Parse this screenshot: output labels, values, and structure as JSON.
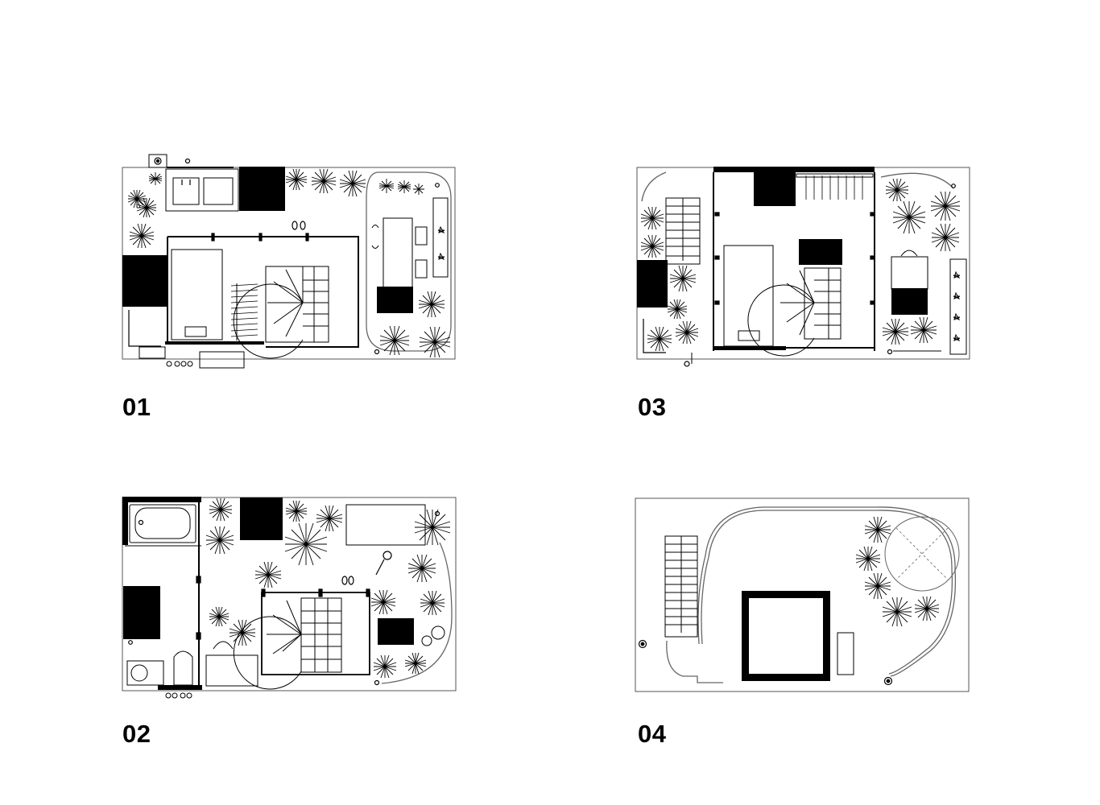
{
  "plans": [
    {
      "id": "p1",
      "label": "01",
      "icon": "floor-plan-ground"
    },
    {
      "id": "p2",
      "label": "02",
      "icon": "floor-plan-second"
    },
    {
      "id": "p3",
      "label": "03",
      "icon": "floor-plan-third"
    },
    {
      "id": "p4",
      "label": "04",
      "icon": "floor-plan-roof"
    }
  ]
}
